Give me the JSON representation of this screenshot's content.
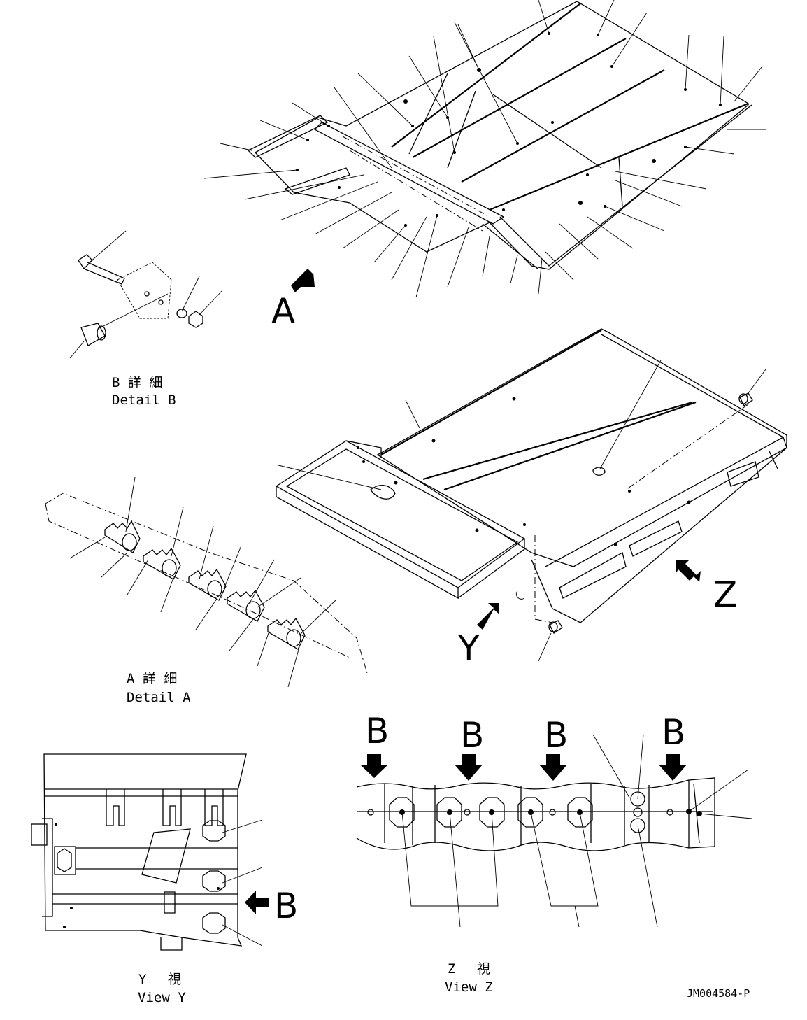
{
  "views": {
    "detail_b": {
      "caption_ja": "B 詳 細",
      "caption_en": "Detail B"
    },
    "detail_a": {
      "caption_ja": "A 詳 細",
      "caption_en": "Detail A"
    },
    "view_y": {
      "caption_ja": "Y　 視",
      "caption_en": "View Y"
    },
    "view_z": {
      "caption_ja": "Z　 視",
      "caption_en": "View Z"
    }
  },
  "callouts": {
    "a": "A",
    "y": "Y",
    "z": "Z",
    "b": "B"
  },
  "document_id": "JM004584-P"
}
